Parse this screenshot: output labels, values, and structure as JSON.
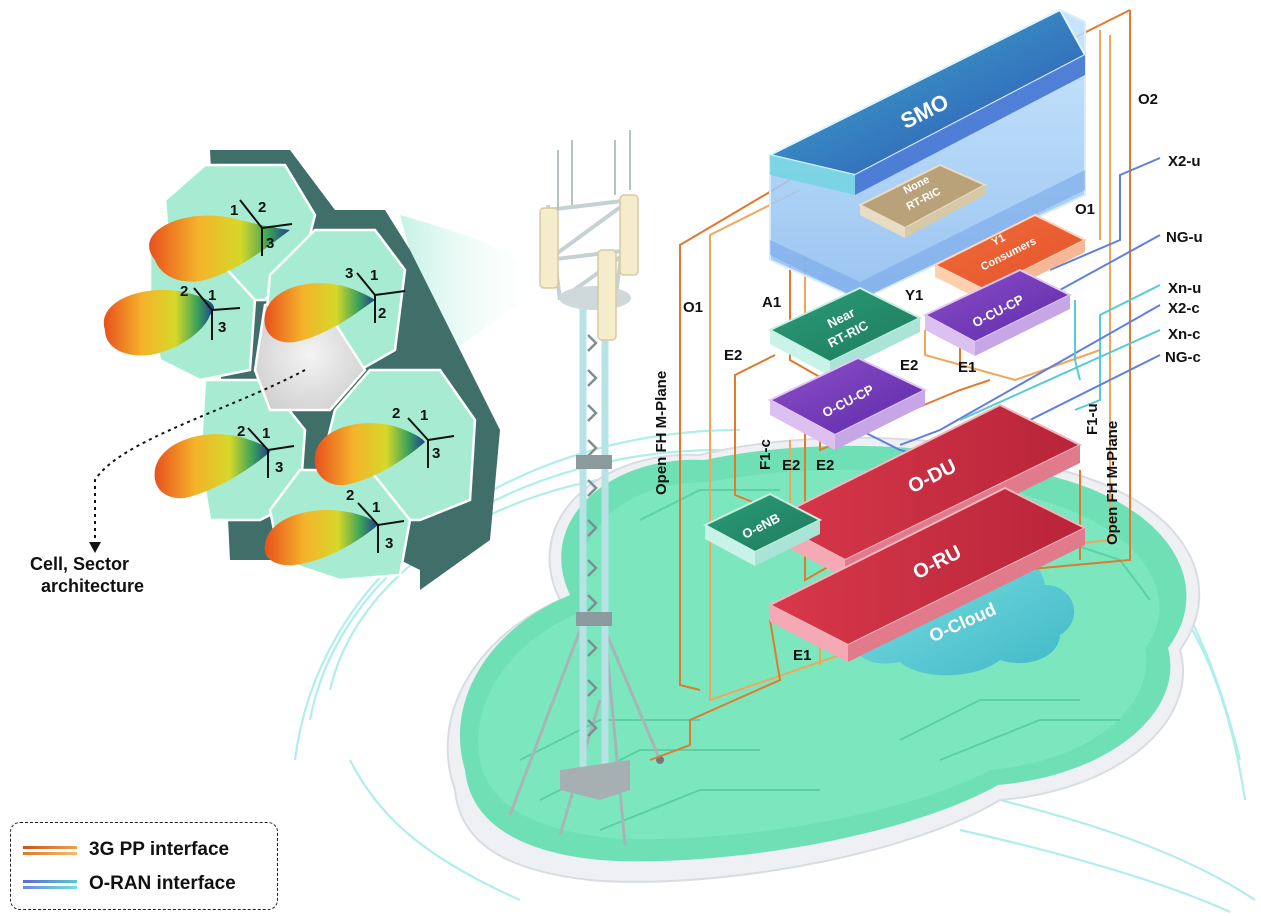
{
  "diagram": {
    "cell_caption": [
      "Cell, Sector",
      "architecture"
    ],
    "sector_numbers": [
      "1",
      "2",
      "3"
    ],
    "blocks": {
      "smo": "SMO",
      "non_rt_ric": [
        "None",
        "RT-RIC"
      ],
      "y1_consumers": [
        "Y1",
        "Consumers"
      ],
      "near_rt_ric": [
        "Near",
        "RT-RIC"
      ],
      "o_cu_cp_upper": "O-CU-CP",
      "o_cu_cp_lower": "O-CU-CP",
      "o_du": "O-DU",
      "o_ru": "O-RU",
      "o_enb": "O-eNB",
      "o_cloud": "O-Cloud"
    },
    "interfaces": {
      "o2": "O2",
      "o1_right": "O1",
      "o1_left": "O1",
      "a1": "A1",
      "y1": "Y1",
      "e2_left": "E2",
      "e2_mid": "E2",
      "e1_upper": "E1",
      "e1_lower": "E1",
      "f1_c": "F1-c",
      "e2_bottom_1": "E2",
      "e2_bottom_2": "E2",
      "f1_u": "F1-u",
      "open_fh_left": "Open FH M-Plane",
      "open_fh_right": "Open FH M-Plane",
      "x2_u": "X2-u",
      "ng_u": "NG-u",
      "xn_u": "Xn-u",
      "x2_c": "X2-c",
      "xn_c": "Xn-c",
      "ng_c": "NG-c"
    }
  },
  "legend": {
    "items": [
      {
        "label": "3G PP interface",
        "color": "#e07a2e"
      },
      {
        "label": "O-RAN interface",
        "color": "#5f7fe0"
      }
    ]
  }
}
